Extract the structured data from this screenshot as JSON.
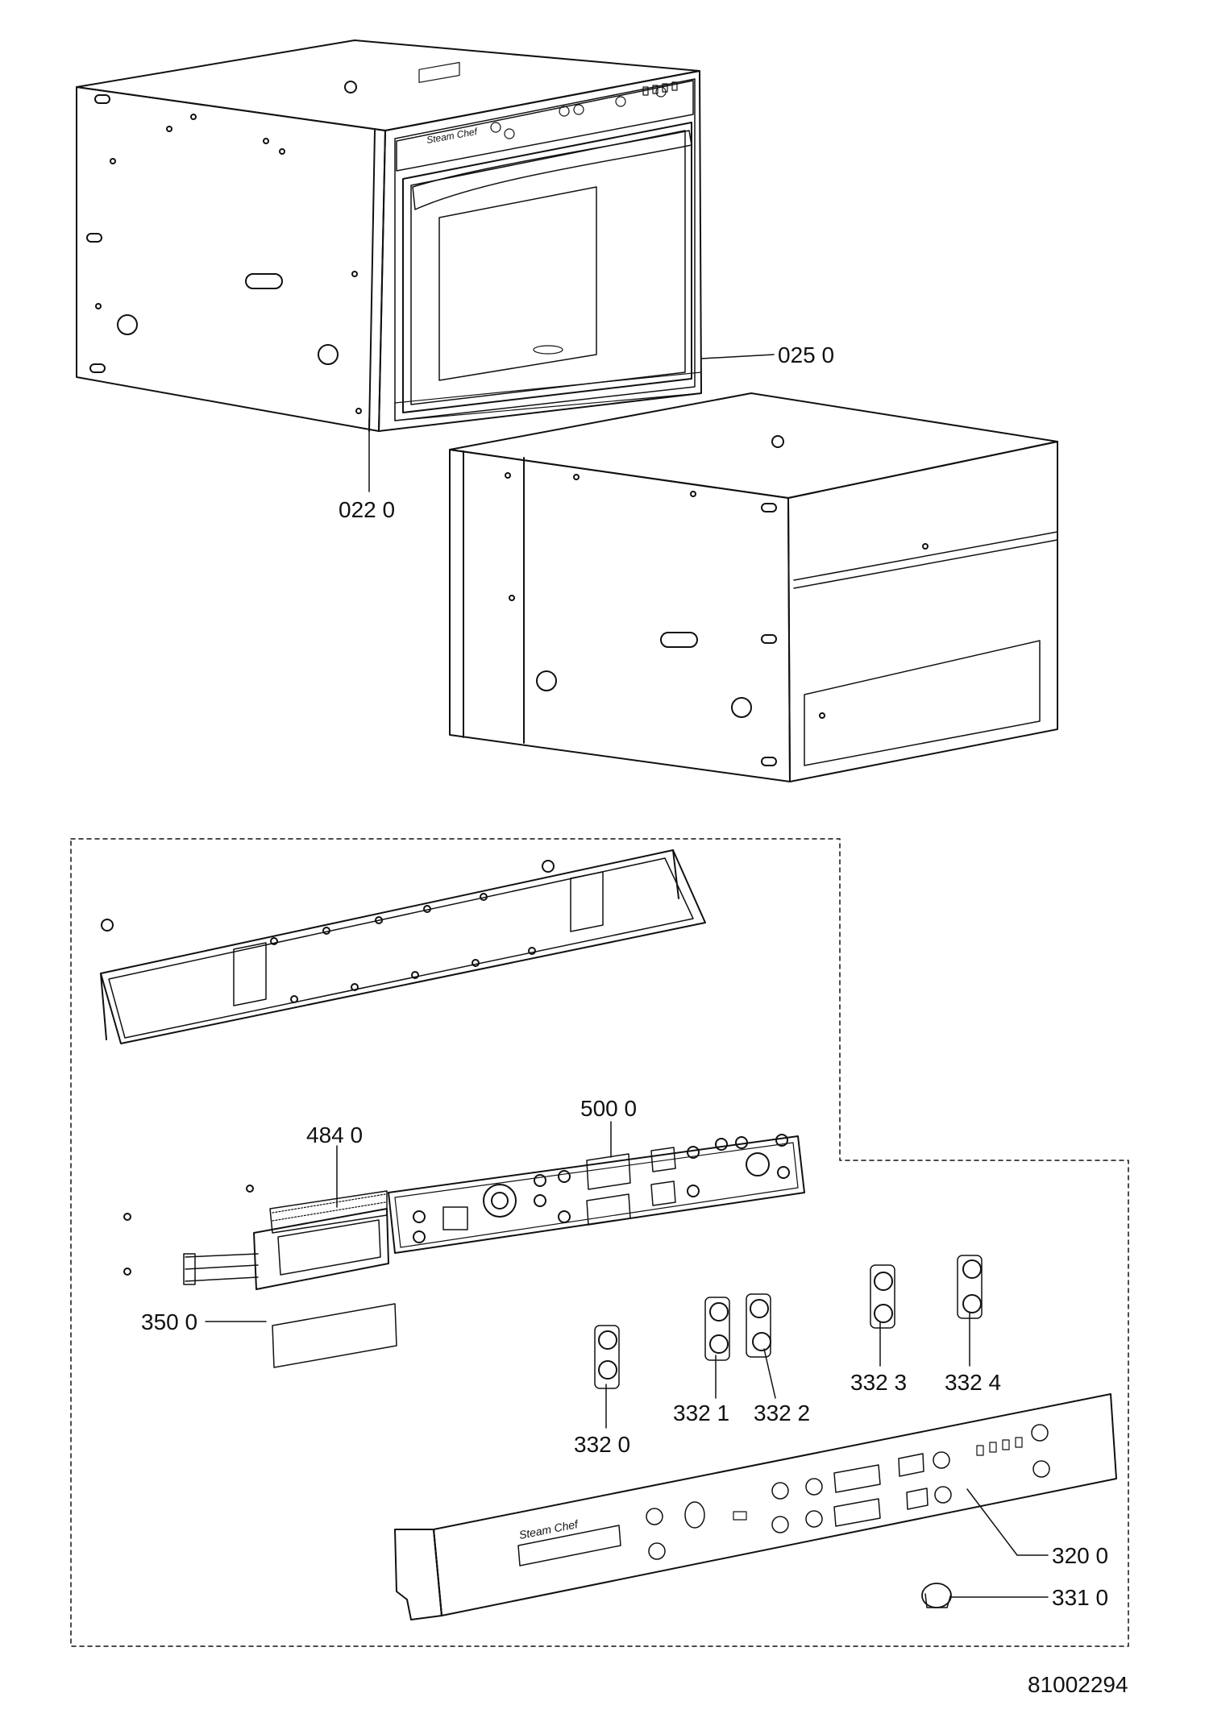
{
  "document_number": "81002294",
  "part_labels": [
    {
      "id": "label-025-0",
      "text": "025 0"
    },
    {
      "id": "label-022-0",
      "text": "022 0"
    },
    {
      "id": "label-500-0",
      "text": "500 0"
    },
    {
      "id": "label-484-0",
      "text": "484 0"
    },
    {
      "id": "label-350-0",
      "text": "350 0"
    },
    {
      "id": "label-332-3",
      "text": "332 3"
    },
    {
      "id": "label-332-4",
      "text": "332 4"
    },
    {
      "id": "label-332-1",
      "text": "332 1"
    },
    {
      "id": "label-332-2",
      "text": "332 2"
    },
    {
      "id": "label-332-0",
      "text": "332 0"
    },
    {
      "id": "label-320-0",
      "text": "320 0"
    },
    {
      "id": "label-331-0",
      "text": "331 0"
    }
  ],
  "panel_lettering": "Steam Chef",
  "colors": {
    "line": "#111111",
    "background": "#ffffff"
  }
}
